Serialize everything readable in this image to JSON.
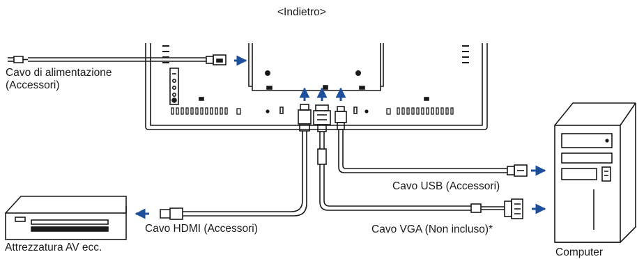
{
  "header": {
    "title": "<Indietro>"
  },
  "labels": {
    "power_cable": "Cavo di alimentazione",
    "power_cable_note": "(Accessori)",
    "usb_cable": "Cavo USB (Accessori)",
    "hdmi_cable": "Cavo HDMI (Accessori)",
    "vga_cable": "Cavo VGA (Non incluso)*",
    "av_equipment": "Attrezzatura AV ecc.",
    "computer": "Computer"
  },
  "colors": {
    "line": "#1a1a1a",
    "arrow": "#1d4f9c",
    "background": "#ffffff"
  }
}
